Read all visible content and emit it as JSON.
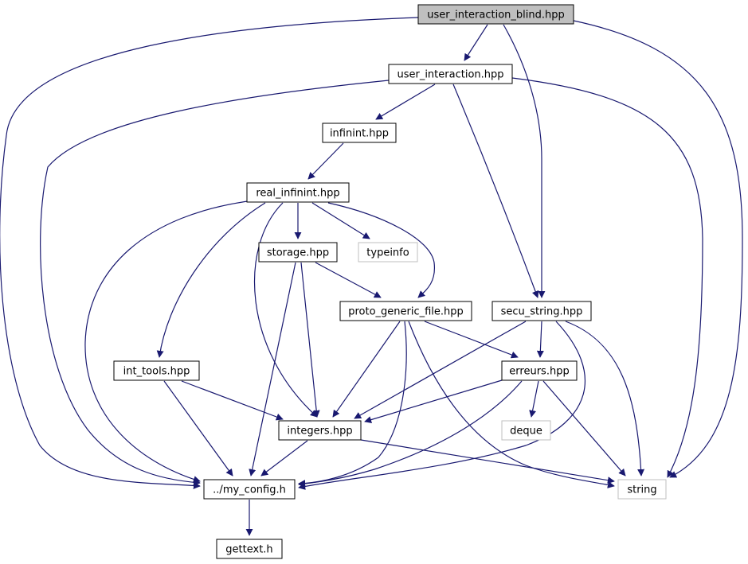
{
  "diagram": {
    "colors": {
      "edge": "#191970",
      "root_fill": "#bfbfbf",
      "node_stroke": "#000000",
      "external_stroke": "#bfbfbf"
    },
    "nodes": [
      {
        "id": "uib",
        "label": "user_interaction_blind.hpp",
        "kind": "root"
      },
      {
        "id": "ui",
        "label": "user_interaction.hpp",
        "kind": "header"
      },
      {
        "id": "infinint",
        "label": "infinint.hpp",
        "kind": "header"
      },
      {
        "id": "real",
        "label": "real_infinint.hpp",
        "kind": "header"
      },
      {
        "id": "storage",
        "label": "storage.hpp",
        "kind": "header"
      },
      {
        "id": "typeinfo",
        "label": "typeinfo",
        "kind": "external"
      },
      {
        "id": "pgf",
        "label": "proto_generic_file.hpp",
        "kind": "header"
      },
      {
        "id": "secu",
        "label": "secu_string.hpp",
        "kind": "header"
      },
      {
        "id": "inttools",
        "label": "int_tools.hpp",
        "kind": "header"
      },
      {
        "id": "erreurs",
        "label": "erreurs.hpp",
        "kind": "header"
      },
      {
        "id": "integers",
        "label": "integers.hpp",
        "kind": "header"
      },
      {
        "id": "deque",
        "label": "deque",
        "kind": "external"
      },
      {
        "id": "myconfig",
        "label": "../my_config.h",
        "kind": "header"
      },
      {
        "id": "string",
        "label": "string",
        "kind": "external"
      },
      {
        "id": "gettext",
        "label": "gettext.h",
        "kind": "header"
      }
    ],
    "edges": [
      {
        "from": "uib",
        "to": "ui"
      },
      {
        "from": "uib",
        "to": "secu"
      },
      {
        "from": "uib",
        "to": "myconfig"
      },
      {
        "from": "uib",
        "to": "string"
      },
      {
        "from": "ui",
        "to": "infinint"
      },
      {
        "from": "ui",
        "to": "secu"
      },
      {
        "from": "ui",
        "to": "myconfig"
      },
      {
        "from": "ui",
        "to": "string"
      },
      {
        "from": "infinint",
        "to": "real"
      },
      {
        "from": "real",
        "to": "storage"
      },
      {
        "from": "real",
        "to": "typeinfo"
      },
      {
        "from": "real",
        "to": "pgf"
      },
      {
        "from": "real",
        "to": "inttools"
      },
      {
        "from": "real",
        "to": "integers"
      },
      {
        "from": "real",
        "to": "myconfig"
      },
      {
        "from": "storage",
        "to": "pgf"
      },
      {
        "from": "storage",
        "to": "integers"
      },
      {
        "from": "storage",
        "to": "myconfig"
      },
      {
        "from": "pgf",
        "to": "erreurs"
      },
      {
        "from": "pgf",
        "to": "integers"
      },
      {
        "from": "pgf",
        "to": "myconfig"
      },
      {
        "from": "pgf",
        "to": "string"
      },
      {
        "from": "secu",
        "to": "erreurs"
      },
      {
        "from": "secu",
        "to": "integers"
      },
      {
        "from": "secu",
        "to": "myconfig"
      },
      {
        "from": "secu",
        "to": "string"
      },
      {
        "from": "inttools",
        "to": "integers"
      },
      {
        "from": "inttools",
        "to": "myconfig"
      },
      {
        "from": "erreurs",
        "to": "integers"
      },
      {
        "from": "erreurs",
        "to": "deque"
      },
      {
        "from": "erreurs",
        "to": "string"
      },
      {
        "from": "erreurs",
        "to": "myconfig"
      },
      {
        "from": "integers",
        "to": "myconfig"
      },
      {
        "from": "integers",
        "to": "string"
      },
      {
        "from": "myconfig",
        "to": "gettext"
      }
    ]
  }
}
